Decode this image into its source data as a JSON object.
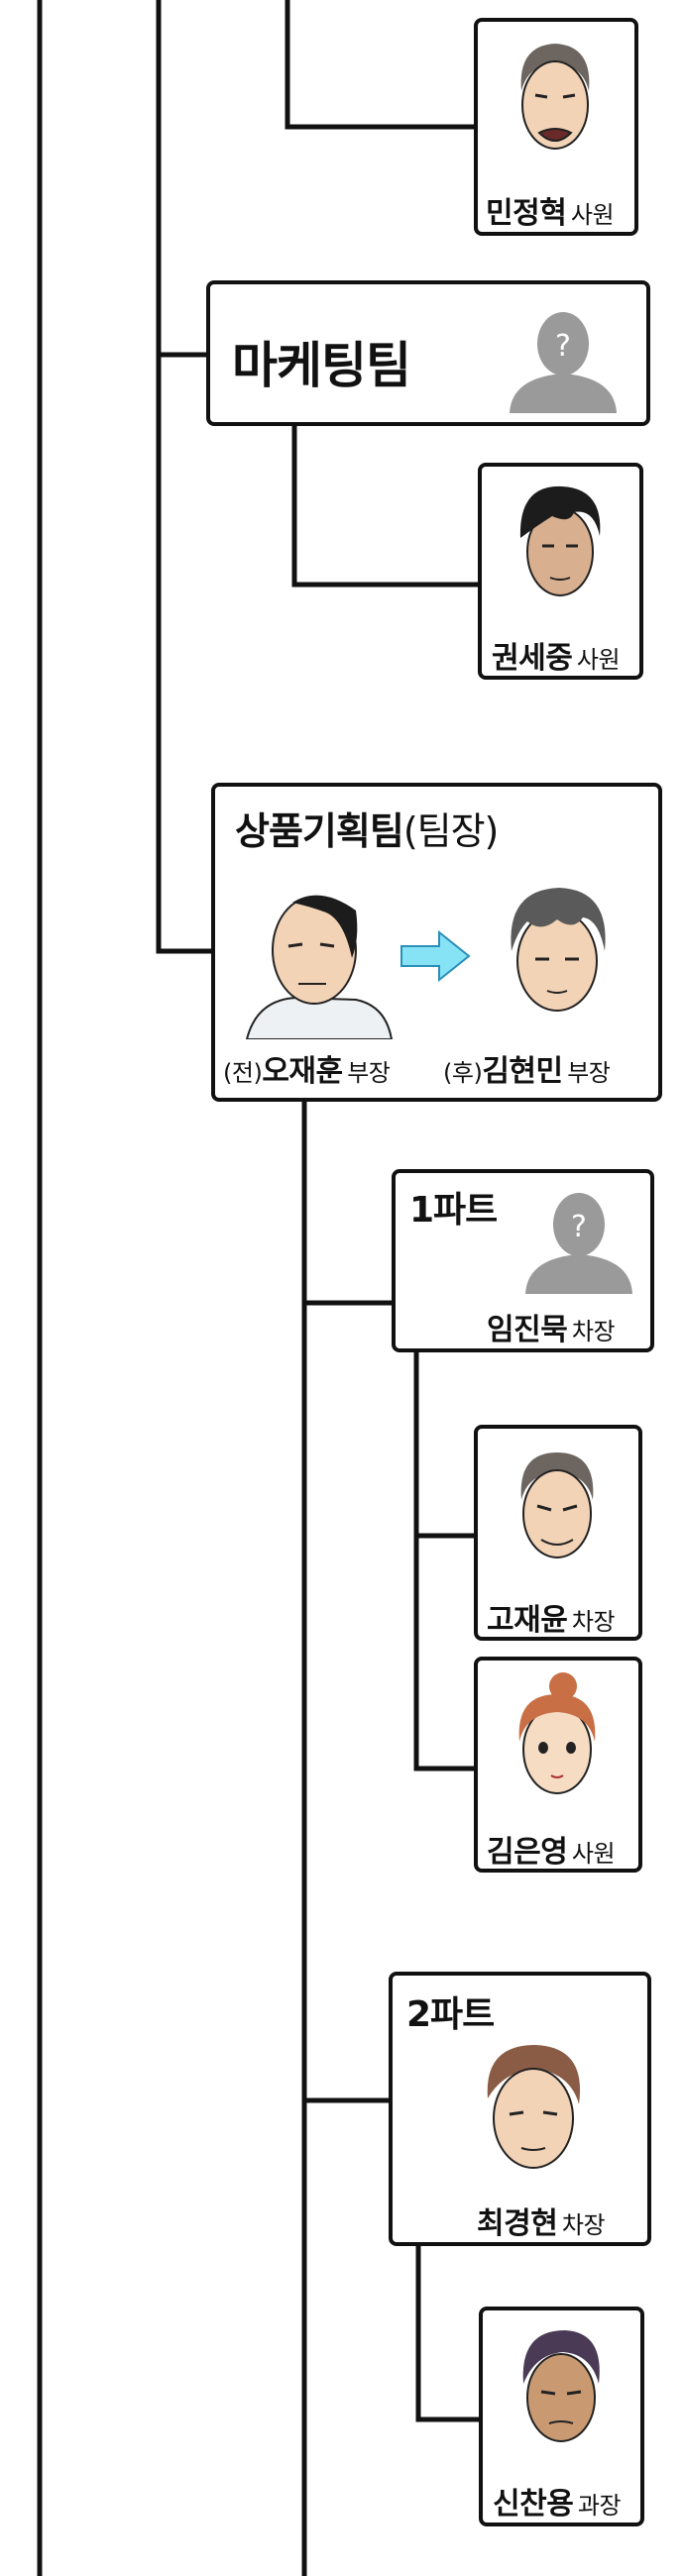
{
  "colors": {
    "line": "#111111",
    "placeholder": "#9a9a9a",
    "arrow_fill": "#86e3f5",
    "arrow_stroke": "#2a8fb8",
    "skin": "#f3d3b6",
    "skin_dark": "#c99a72",
    "hair_dark": "#1c1c1c",
    "hair_gray": "#6d6660",
    "hair_brown": "#8a5c45",
    "hair_orange": "#c96f45",
    "hair_purple": "#4a3a55"
  },
  "members": {
    "min_junghyuk": {
      "name": "민정혁",
      "rank": "사원"
    },
    "kwon_sejung": {
      "name": "권세중",
      "rank": "사원"
    },
    "oh_jaehoon": {
      "prefix": "(전)",
      "name": "오재훈",
      "rank": "부장"
    },
    "kim_hyunmin": {
      "prefix": "(후)",
      "name": "김현민",
      "rank": "부장"
    },
    "lim_jinmook": {
      "name": "임진묵",
      "rank": "차장"
    },
    "ko_jaeyoon": {
      "name": "고재윤",
      "rank": "차장"
    },
    "kim_eunyoung": {
      "name": "김은영",
      "rank": "사원"
    },
    "choi_kyunghyun": {
      "name": "최경현",
      "rank": "차장"
    },
    "shin_chanyong": {
      "name": "신찬용",
      "rank": "과장"
    }
  },
  "teams": {
    "marketing": {
      "title": "마케팅팀",
      "placeholder_mark": "?"
    },
    "product_planning": {
      "title": "상품기획팀",
      "suffix": "(팀장)",
      "transition_icon": "right-arrow-icon"
    },
    "part1": {
      "title": "1파트",
      "placeholder_mark": "?"
    },
    "part2": {
      "title": "2파트"
    }
  }
}
